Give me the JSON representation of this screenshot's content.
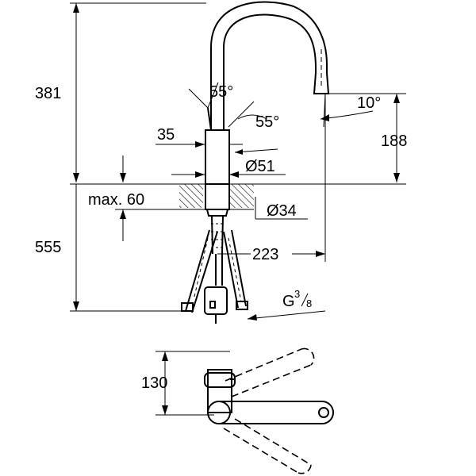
{
  "dimensions": {
    "height_upper": "381",
    "height_lower": "555",
    "angle_handle_left": "55°",
    "angle_handle_right": "55°",
    "angle_spray": "10°",
    "spout_height": "188",
    "lever_offset": "35",
    "body_diameter": "Ø51",
    "counter_thickness": "max. 60",
    "hole_diameter": "Ø34",
    "spout_reach": "223",
    "connection_thread_base": "G",
    "connection_thread_num": "3",
    "connection_thread_den": "8",
    "plan_depth": "130"
  },
  "colors": {
    "line": "#000000",
    "background": "#ffffff"
  }
}
